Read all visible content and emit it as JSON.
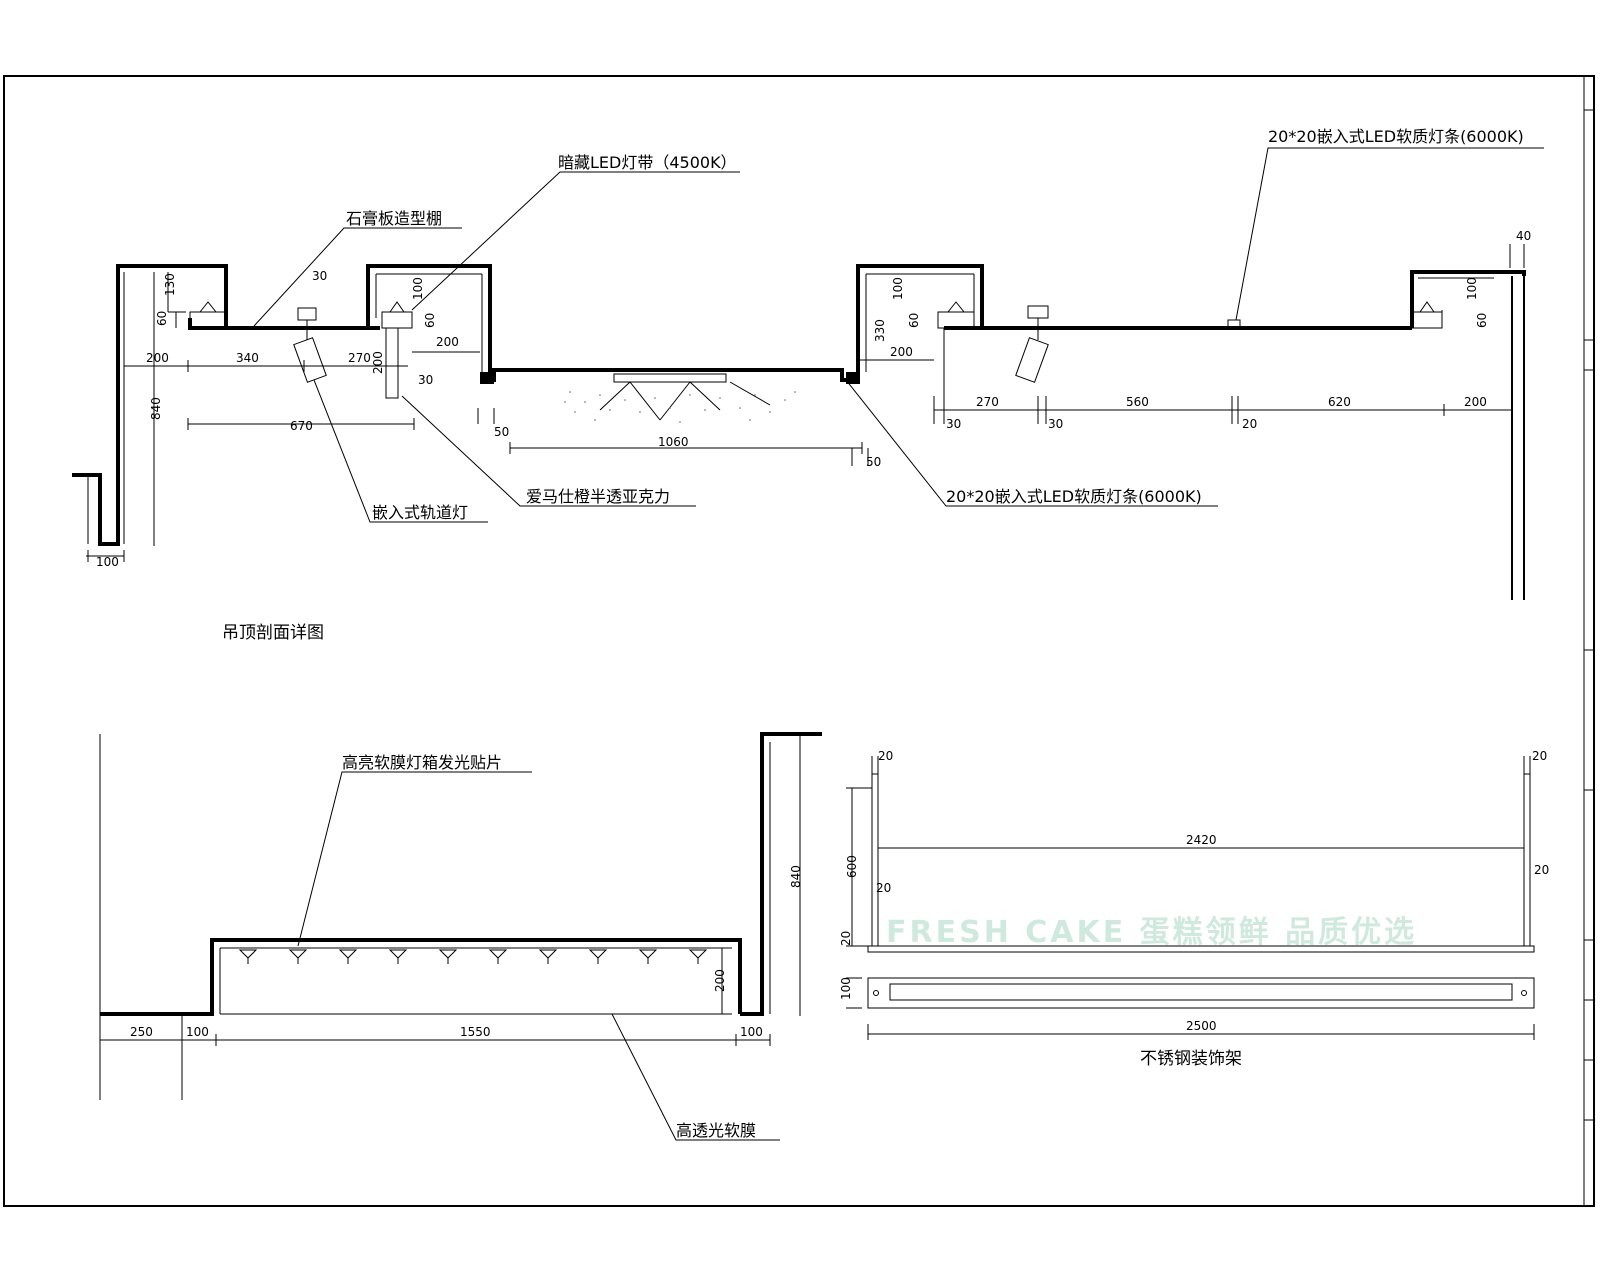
{
  "labels": {
    "hidden_led": "暗藏LED灯带（4500K）",
    "gypsum": "石膏板造型棚",
    "led_strip_top": "20*20嵌入式LED软质灯条(6000K)",
    "led_strip_mid": "20*20嵌入式LED软质灯条(6000K)",
    "track_light": "嵌入式轨道灯",
    "acrylic": "爱马仕橙半透亚克力",
    "section_title": "吊顶剖面详图",
    "lightbox_patch": "高亮软膜灯箱发光贴片",
    "soft_film": "高透光软膜",
    "rack_title": "不锈钢装饰架",
    "watermark": "FRESH CAKE 蛋糕领鲜 品质优选"
  },
  "dims": {
    "d130": "130",
    "d60a": "60",
    "d30a": "30",
    "d100a": "100",
    "d60b": "60",
    "d200a": "200",
    "d340": "340",
    "d270a": "270",
    "d200b": "200",
    "d200c": "200",
    "d30b": "30",
    "d840a": "840",
    "d670": "670",
    "d100b": "100",
    "d50a": "50",
    "d1060": "1060",
    "d50b": "50",
    "d100c": "100",
    "d60c": "60",
    "d330": "330",
    "d200d": "200",
    "d270b": "270",
    "d560": "560",
    "d620": "620",
    "d200e": "200",
    "d30c": "30",
    "d30d": "30",
    "d20a": "20",
    "d40": "40",
    "d100d": "100",
    "d60d": "60",
    "d840b": "840",
    "d200f": "200",
    "d250": "250",
    "d100e": "100",
    "d1550": "1550",
    "d100f": "100",
    "d20b": "20",
    "d20c": "20",
    "d600": "600",
    "d20d": "20",
    "d2420": "2420",
    "d20e": "20",
    "d20f": "20",
    "d100g": "100",
    "d2500": "2500"
  }
}
